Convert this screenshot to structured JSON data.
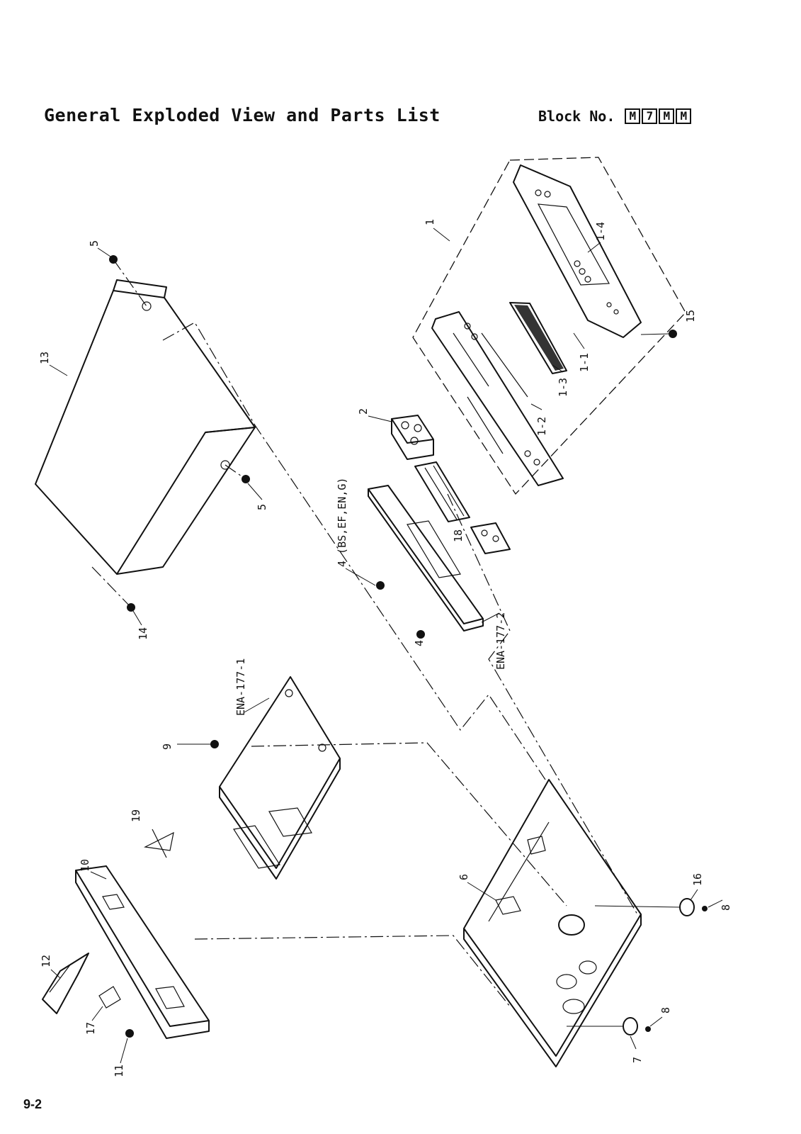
{
  "header": {
    "title": "General Exploded View and Parts List",
    "block_label": "Block No.",
    "block_code": [
      "M",
      "7",
      "M",
      "M"
    ]
  },
  "footer": {
    "page_number": "9-2"
  },
  "callouts": {
    "p1": "1",
    "p1_1": "1-1",
    "p1_2": "1-2",
    "p1_3": "1-3",
    "p1_4": "1-4",
    "p2": "2",
    "p4a": "4 (BS,EF,EN,G)",
    "p4b": "4",
    "p5a": "5",
    "p5b": "5",
    "p6": "6",
    "p7": "7",
    "p8a": "8",
    "p8b": "8",
    "p9": "9",
    "p10": "10",
    "p11": "11",
    "p12": "12",
    "p13": "13",
    "p14": "14",
    "p15": "15",
    "p16": "16",
    "p17": "17",
    "p18": "18",
    "p19": "19",
    "ena1": "ENA-177-1",
    "ena2": "ENA-177-2"
  }
}
